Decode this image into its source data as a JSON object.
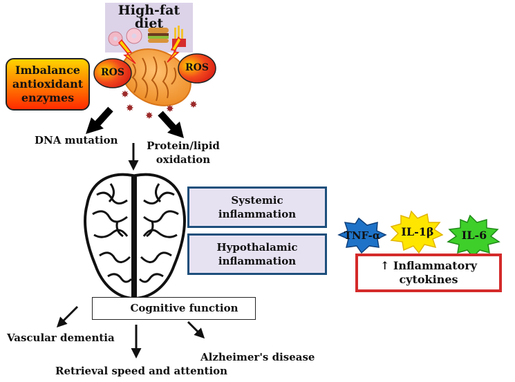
{
  "diet": {
    "label": "High-fat diet",
    "icon": "junk-food-icon"
  },
  "imbalance": {
    "line1": "Imbalance",
    "line2": "antioxidant",
    "line3": "enzymes"
  },
  "ros": {
    "left": "ROS",
    "right": "ROS"
  },
  "outcomes": {
    "dna": "DNA mutation",
    "protein_line1": "Protein/lipid",
    "protein_line2": "oxidation"
  },
  "inflammation": {
    "systemic_line1": "Systemic",
    "systemic_line2": "inflammation",
    "hypothalamic_line1": "Hypothalamic",
    "hypothalamic_line2": "inflammation"
  },
  "cytokines": {
    "tnf": "TNF-α",
    "il1": "IL-1β",
    "il6": "IL-6",
    "label_line1": "↑ Inflammatory",
    "label_line2": "cytokines"
  },
  "cognition": {
    "box": "Cognitive function",
    "vascular": "Vascular dementia",
    "retrieval": "Retrieval speed and attention",
    "alzheimer": "Alzheimer's disease"
  },
  "colors": {
    "ros_fill": "#e8231e",
    "ros_highlight": "#ffd200",
    "mitochondria": "#f39a2e",
    "infl_border": "#1d4f7c",
    "cytokine_border": "#d42a2a",
    "tnf": "#1e73c8",
    "il1": "#ffe600",
    "il6": "#3ecf2a"
  }
}
